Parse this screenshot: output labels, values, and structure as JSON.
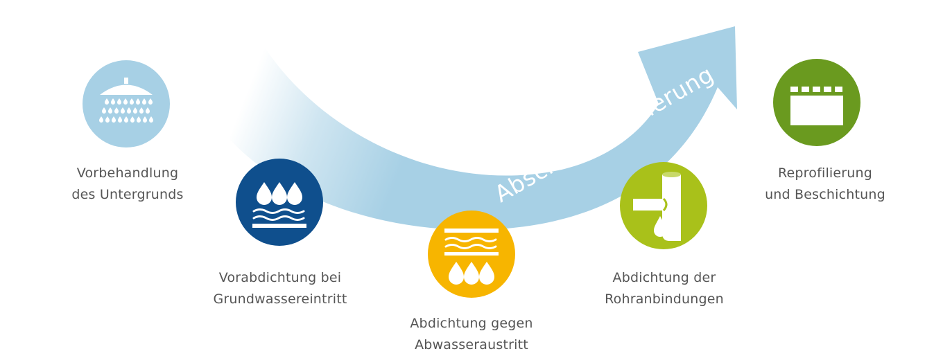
{
  "arrow": {
    "label": "Abscheidersanierung",
    "color": "#a7d0e5"
  },
  "steps": [
    {
      "id": "vorbehandlung",
      "icon": "shower-head-icon",
      "color": "#a7d0e5",
      "lines": [
        "Vorbehandlung",
        "des Untergrunds"
      ]
    },
    {
      "id": "vorabdichtung",
      "icon": "groundwater-drops-icon",
      "color": "#0f4f8d",
      "lines": [
        "Vorabdichtung bei",
        "Grundwassereintritt"
      ]
    },
    {
      "id": "abwasseraustritt",
      "icon": "wastewater-drops-icon",
      "color": "#f7b500",
      "lines": [
        "Abdichtung gegen",
        "Abwasseraustritt"
      ]
    },
    {
      "id": "rohranbindungen",
      "icon": "pipe-connection-icon",
      "color": "#a9c11a",
      "lines": [
        "Abdichtung der",
        "Rohranbindungen"
      ]
    },
    {
      "id": "reprofilierung",
      "icon": "wall-profile-icon",
      "color": "#6a9a1f",
      "lines": [
        "Reprofilierung",
        "und Beschichtung"
      ]
    }
  ]
}
